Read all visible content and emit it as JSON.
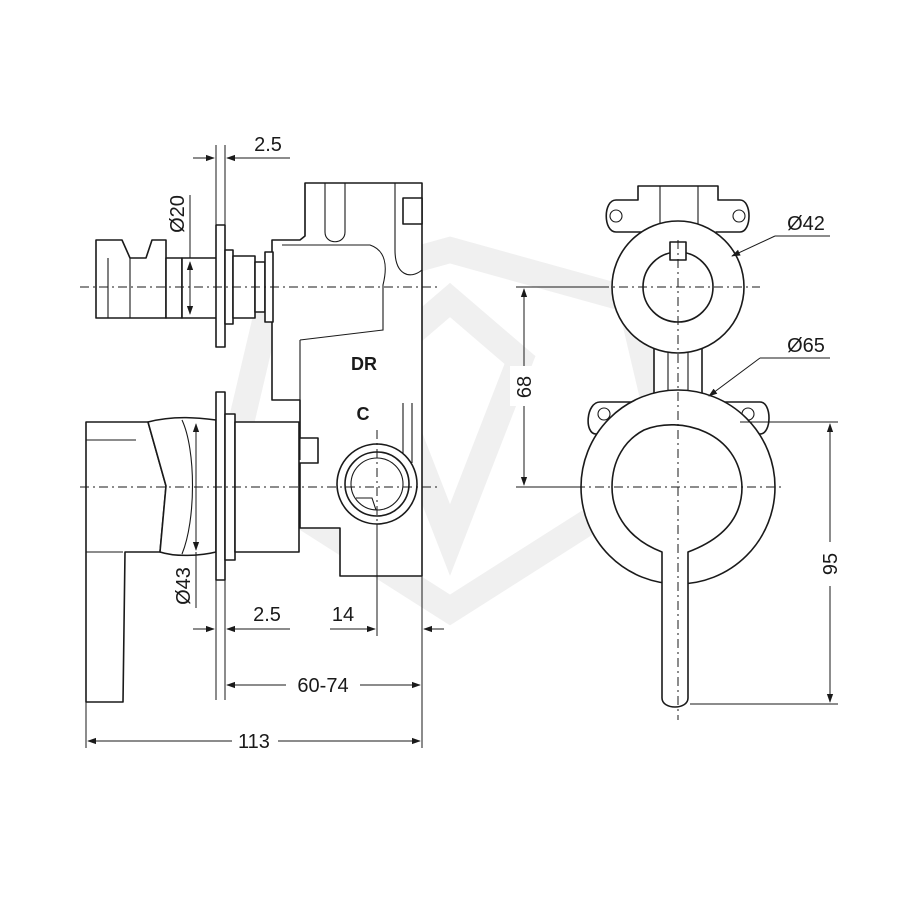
{
  "dimensions": {
    "flange_gap_top": "2.5",
    "stem_diameter": "Ø20",
    "handle_diameter": "Ø43",
    "flange_gap_bottom": "2.5",
    "outlet_offset": "14",
    "wall_depth": "60-74",
    "overall_length": "113",
    "cartridge_plate_diameter": "Ø42",
    "center_spacing": "68",
    "handle_plate_diameter": "Ø65",
    "handle_height": "95"
  },
  "labels": {
    "diverter": "DR",
    "cold": "C"
  },
  "colors": {
    "line": "#1a1a1a",
    "watermark": "#f0f0f0",
    "background": "#ffffff"
  }
}
